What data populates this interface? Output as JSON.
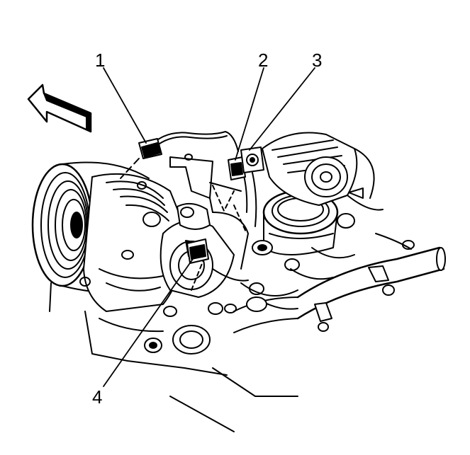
{
  "diagram": {
    "callouts": [
      {
        "id": "1",
        "label": "1"
      },
      {
        "id": "2",
        "label": "2"
      },
      {
        "id": "3",
        "label": "3"
      },
      {
        "id": "4",
        "label": "4"
      }
    ],
    "colors": {
      "ink": "#000000",
      "background": "#ffffff"
    },
    "icons": [
      "direction-arrow-icon"
    ]
  }
}
